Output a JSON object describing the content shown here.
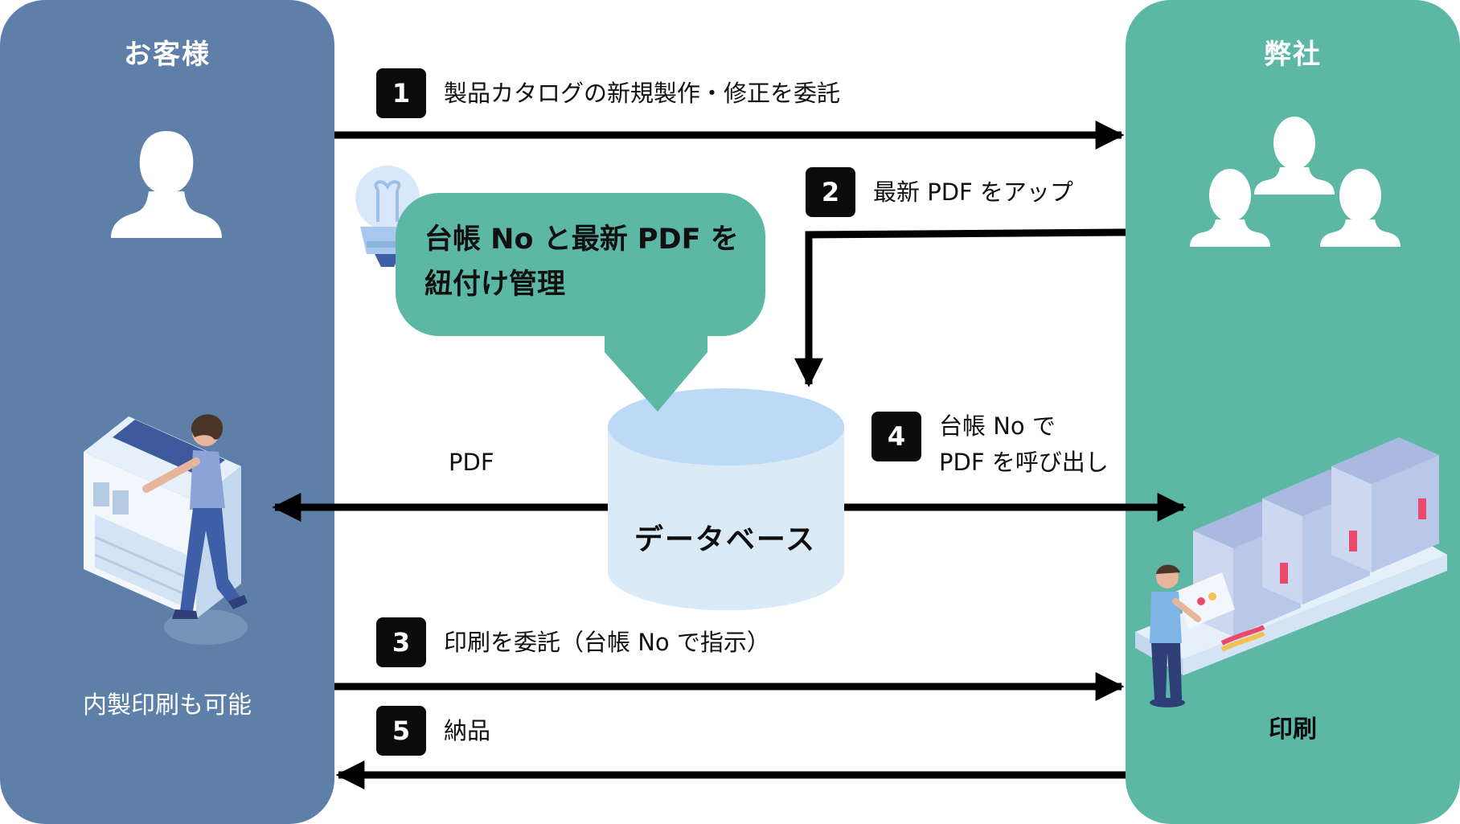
{
  "left_panel": {
    "title": "お客様",
    "caption": "内製印刷も可能"
  },
  "right_panel": {
    "title": "弊社",
    "caption": "印刷"
  },
  "steps": [
    {
      "number": "1",
      "text": "製品カタログの新規製作・修正を委託"
    },
    {
      "number": "2",
      "text": "最新 PDF をアップ"
    },
    {
      "number": "3",
      "text": "印刷を委託（台帳 No で指示）"
    },
    {
      "number": "4",
      "text": "台帳 No で\nPDF を呼び出し"
    },
    {
      "number": "5",
      "text": "納品"
    }
  ],
  "pdf_label": "PDF",
  "bubble": {
    "text": "台帳 No と最新 PDF を\n紐付け管理"
  },
  "database": {
    "label": "データベース"
  },
  "colors": {
    "left_panel": "#5e80a8",
    "right_panel": "#5cb8a4",
    "bubble": "#5cb8a4",
    "database": "#dbeaf7",
    "database_top": "#bcdaf5",
    "badge": "#0b0b0b",
    "arrow": "#000000"
  },
  "icons": [
    "person-icon",
    "team-icon",
    "lightbulb-icon",
    "copier-operator-icon",
    "printing-press-operator-icon"
  ]
}
